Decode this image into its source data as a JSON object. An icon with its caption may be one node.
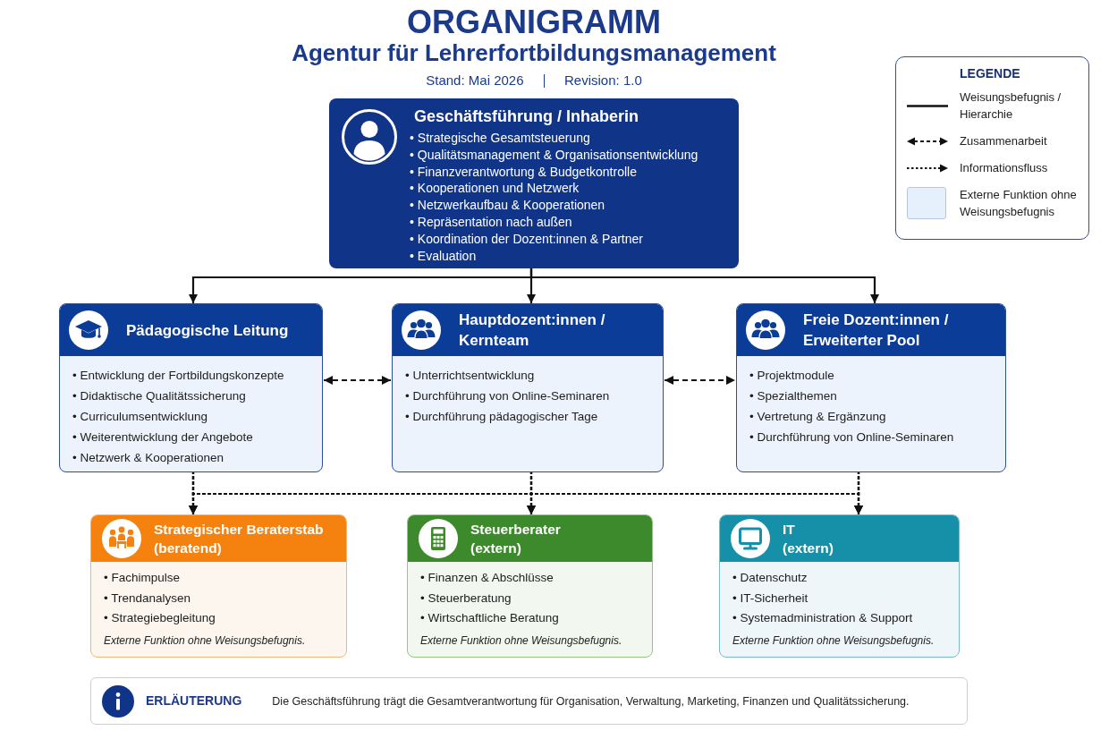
{
  "diagram": {
    "title": "ORGANIGRAMM",
    "nodes": [
      {
        "text": [
          "Geschäftsführung / Inhaberin",
          "• Strategische Gesamtsteuerung",
          "• Qualitätsmanagement & Organisationsentwicklung",
          "• Finanzverantwortung & Budgetkontrolle",
          "• Kooperationen und Netzwerk",
          "• Netzwerkaufbau & Kooperationen",
          "• Repräsentation nach außen",
          "• Koordination der Dozent:innen & Partner",
          "• Evaluation"
        ]
      },
      {
        "text": [
          "Pädagogische Leitung",
          "• Entwicklung der Fortbildungskonzepte",
          "• Didaktische Qualitätssicherung",
          "• Curriculumsentwicklung",
          "• Weiterentwicklung der Angebote",
          "• Netzwerk & Kooperationen"
        ]
      },
      {
        "text": [
          "Hauptdozent:innen / Kernteam",
          "• Unterrichtsentwicklung",
          "• Durchführung von Online-Seminaren",
          "• Durchführung pädagogischer Tage"
        ]
      },
      {
        "text": [
          "Freie Dozent:innen / Erweiterter Pool",
          "• Projektmodule",
          "• Spezialthemen",
          "• Vertretung & Ergänzung",
          "• Durchführung von Online-Seminaren"
        ]
      },
      {
        "text": [
          "Strategischer Beraterstab (beratend)",
          "• Fachimpulse",
          "• Trendanalysen",
          "• Strategiebegleitung",
          "Externe Funktion ohne Weisungsbefugnis."
        ]
      },
      {
        "text": [
          "Steuerberater (extern)",
          "• Finanzen & Abschlüsse",
          "• Steuerberatung",
          "• Wirtschaftliche Beratung",
          "Externe Funktion ohne Weisungsbefugnis."
        ]
      },
      {
        "text": [
          "IT (extern)",
          "• Datenschutz",
          "• IT-Sicherheit",
          "• Systemadministration & Support",
          "Externe Funktion ohne Weisungsbefugnis."
        ]
      },
      {
        "text": [
          "ERLÄUTERUNG",
          "Die Geschäftsführung trägt die Gesamtverantwortung für Organisation, Verwaltung, Marketing, Finanzen und Qualitätssicherung."
        ]
      }
    ],
    "edges": [
      {
        "from": 0,
        "to": 1,
        "arrow": "to"
      },
      {
        "from": 0,
        "to": 2,
        "arrow": "to"
      },
      {
        "from": 0,
        "to": 3,
        "arrow": "to"
      },
      {
        "from": 1,
        "to": 2,
        "arrow": "both",
        "style": "dashed"
      },
      {
        "from": 2,
        "to": 3,
        "arrow": "both",
        "style": "dashed"
      },
      {
        "from": 1,
        "to": 4,
        "arrow": "to",
        "style": "dashed"
      },
      {
        "from": 1,
        "to": 5,
        "arrow": "to",
        "style": "dashed"
      },
      {
        "from": 1,
        "to": 6,
        "arrow": "to",
        "style": "dashed"
      },
      {
        "from": 2,
        "to": 4,
        "arrow": "to",
        "style": "dashed"
      },
      {
        "from": 2,
        "to": 5,
        "arrow": "to",
        "style": "dashed"
      },
      {
        "from": 2,
        "to": 6,
        "arrow": "to",
        "style": "dashed"
      },
      {
        "from": 3,
        "to": 4,
        "arrow": "to",
        "style": "dashed"
      },
      {
        "from": 3,
        "to": 5,
        "arrow": "to",
        "style": "dashed"
      },
      {
        "from": 3,
        "to": 6,
        "arrow": "to",
        "style": "dashed"
      }
    ],
    "labels": [
      "Agentur für Lehrerfortbildungsmanagement",
      "Stand: Mai 2026",
      "Revision: 1.0",
      "LEGENDE"
    ],
    "legend": [
      {
        "text": "Weisungsbefugnis / Hierarchie"
      },
      {
        "text": "Zusammenarbeit"
      },
      {
        "text": "Informationsfluss"
      },
      {
        "text": "Externe Funktion ohne Weisungsbefugnis",
        "color": "#e6effc"
      }
    ]
  }
}
